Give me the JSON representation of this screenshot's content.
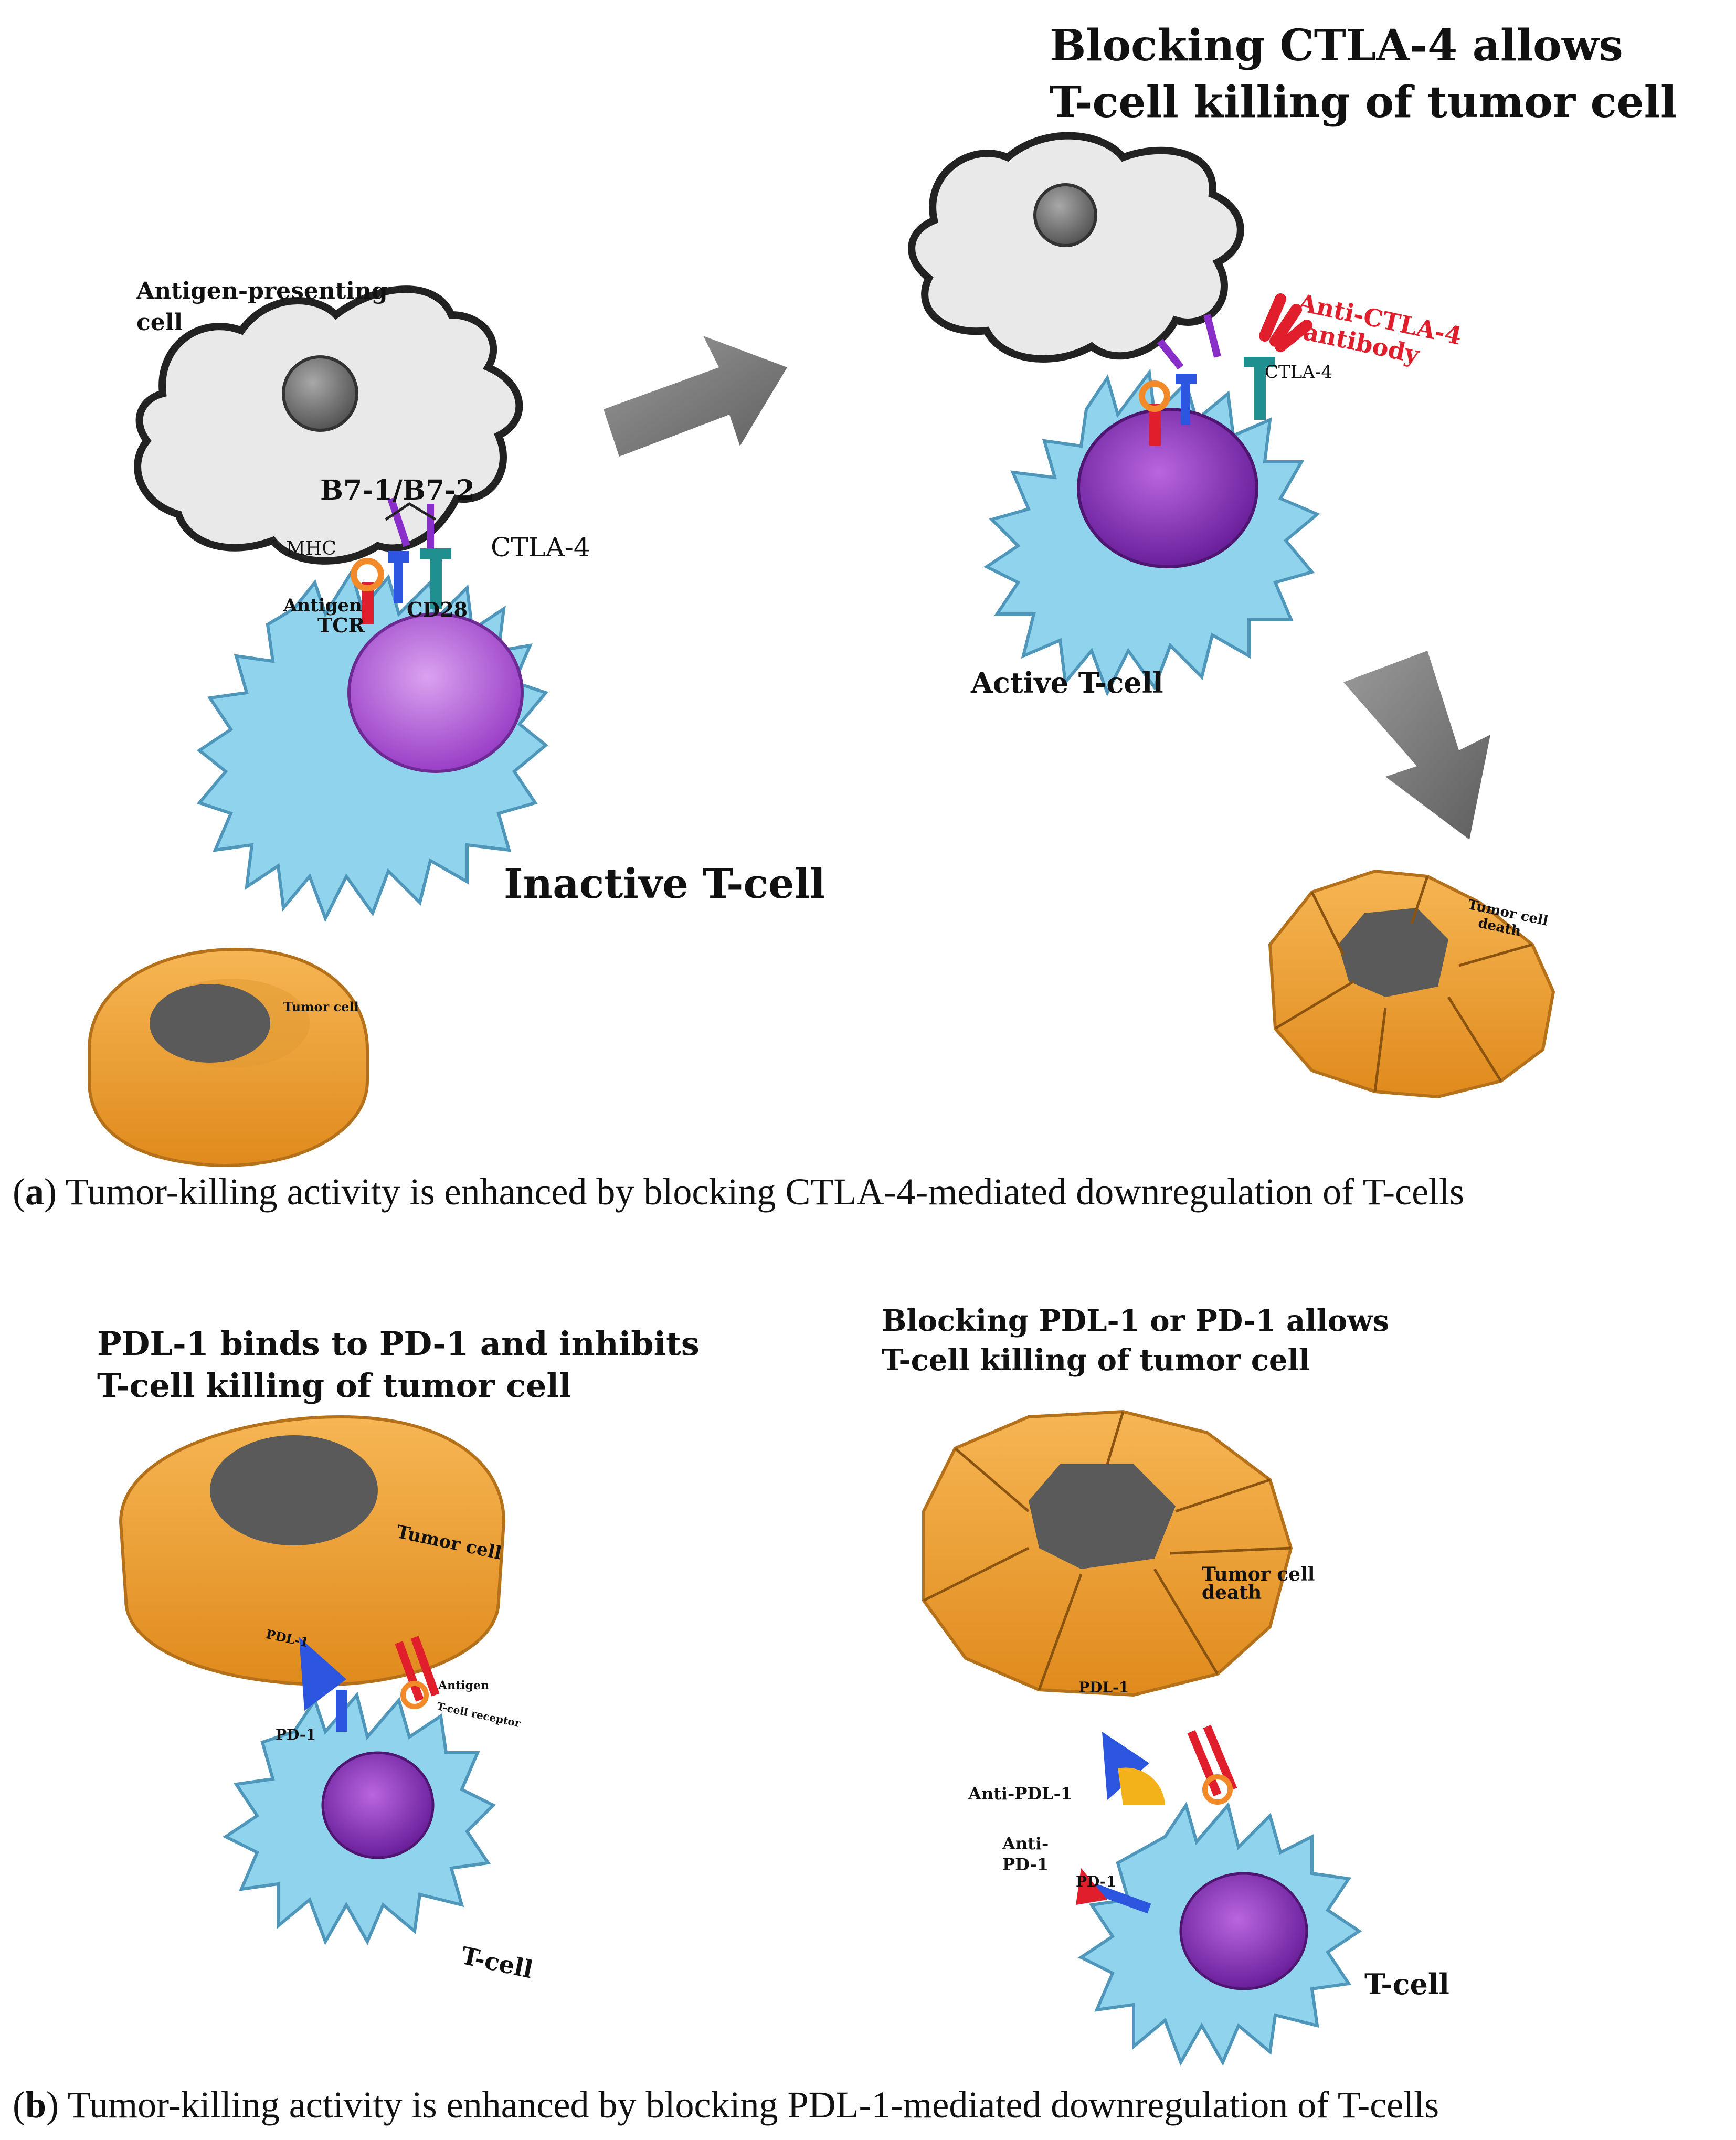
{
  "panel_a": {
    "title_line1": "Blocking CTLA-4 allows",
    "title_line2": "T-cell killing of tumor cell",
    "apc_label_line1": "Antigen-presenting",
    "apc_label_line2": "cell",
    "b7_label": "B7-1/B7-2",
    "mhc_label": "MHC",
    "ctla4_label": "CTLA-4",
    "antigen_label": "Antigen",
    "tcr_label": "TCR",
    "cd28_label": "CD28",
    "inactive_tcell_label": "Inactive T-cell",
    "tumor_cell_label": "Tumor cell",
    "anti_ctla4_line1": "Anti-CTLA-4",
    "anti_ctla4_line2": "antibody",
    "ctla4_label_right": "CTLA-4",
    "active_tcell_label": "Active T-cell",
    "tumor_death_line1": "Tumor cell",
    "tumor_death_line2": "death",
    "caption_letter": "a",
    "caption_open": "(",
    "caption_close": ")",
    "caption_text": " Tumor-killing activity is enhanced by blocking CTLA-4-mediated downregulation of T-cells"
  },
  "panel_b": {
    "left_title_line1": "PDL-1 binds to PD-1 and inhibits",
    "left_title_line2": "T-cell killing of tumor cell",
    "right_title_line1": "Blocking PDL-1 or PD-1 allows",
    "right_title_line2": "T-cell killing of tumor cell",
    "tumor_cell_label": "Tumor cell",
    "pdl1_label": "PDL-1",
    "pd1_label": "PD-1",
    "antigen_label": "Antigen",
    "tcell_receptor_label": "T-cell receptor",
    "tcell_label_left": "T-cell",
    "tumor_death_line1": "Tumor cell",
    "tumor_death_line2": "death",
    "pdl1_label_right": "PDL-1",
    "anti_pdl1_label": "Anti-PDL-1",
    "anti_pd1_line1": "Anti-",
    "anti_pd1_line2": "PD-1",
    "pd1_label_right": "PD-1",
    "tcell_label_right": "T-cell",
    "caption_letter": "b",
    "caption_open": "(",
    "caption_close": ")",
    "caption_text": " Tumor-killing activity is enhanced by blocking PDL-1-mediated downregulation of T-cells"
  },
  "colors": {
    "apc_fill": "#e9e9e9",
    "apc_nucleus": "#777777",
    "tcell_fill": "#8fd3ec",
    "tcell_spikes": "#5fa9c9",
    "tcell_nucleus": "#b565d8",
    "tcell_nucleus_active": "#8a2fb8",
    "tumor_fill": "#f0a73c",
    "tumor_nucleus": "#5a5a5a",
    "arrow_gray": "#7a7a7a",
    "receptor_red": "#e01e2c",
    "receptor_orange": "#f28a2a",
    "receptor_blue": "#2c55e0",
    "receptor_purple": "#8a2ec9",
    "receptor_teal": "#1f8f8f",
    "antibody_yellow": "#f4b21a"
  }
}
